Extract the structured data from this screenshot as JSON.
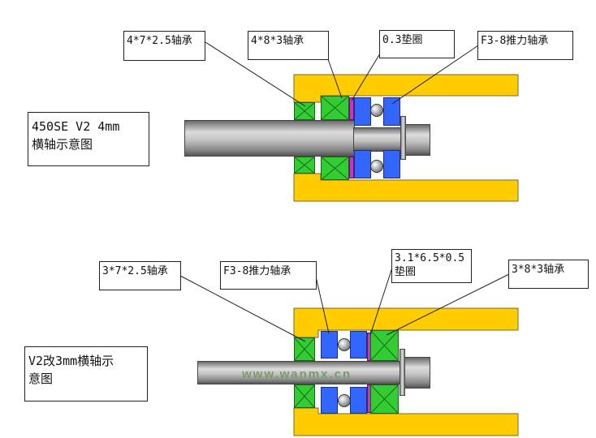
{
  "top_diagram": {
    "title_line1": "450SE V2 4mm",
    "title_line2": "横轴示意图",
    "labels": {
      "bearing_small": "4*7*2.5轴承",
      "bearing_large": "4*8*3轴承",
      "washer": "0.3垫圈",
      "thrust_bearing": "F3-8推力轴承"
    }
  },
  "bottom_diagram": {
    "title_line1": "V2改3mm横轴示",
    "title_line2": "意图",
    "labels": {
      "bearing_small": "3*7*2.5轴承",
      "thrust_bearing": "F3-8推力轴承",
      "washer_line1": "3.1*6.5*0.5",
      "washer_line2": "垫圈",
      "bearing_large": "3*8*3轴承"
    }
  },
  "watermark": "www.wanmx.cn",
  "colors": {
    "housing": "#ffcc00",
    "radial_bearing": "#33cc33",
    "thrust_race": "#3366ff",
    "washer": "#cc33cc",
    "shaft": "#a0a0a0"
  }
}
